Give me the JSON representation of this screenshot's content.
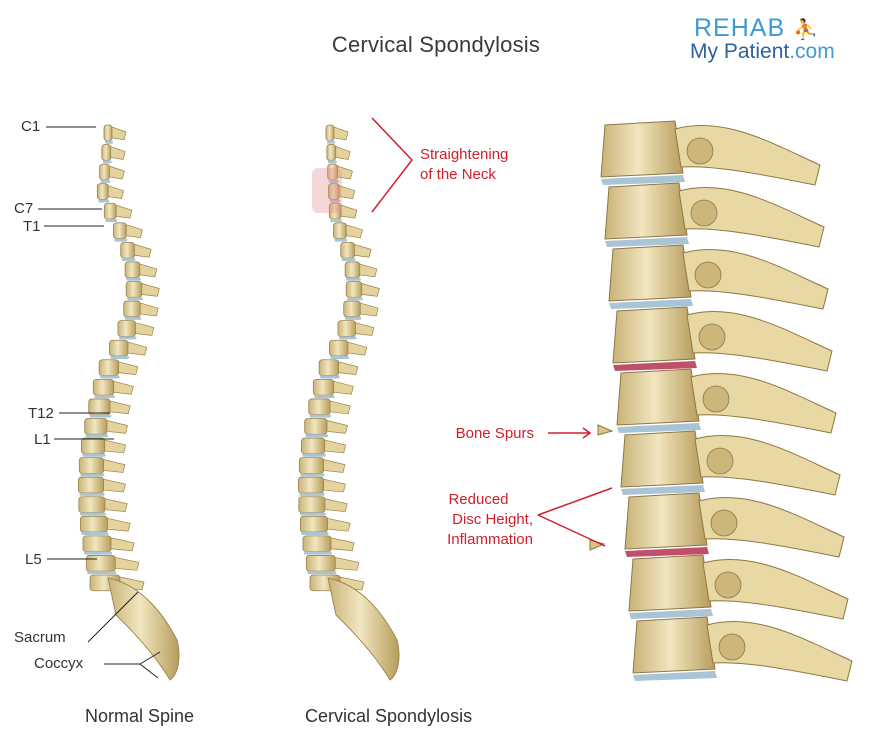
{
  "title": "Cervical Spondylosis",
  "logo": {
    "line1": "REHAB",
    "line2_main": "My Patient",
    "line2_suffix": ".com"
  },
  "normal_spine": {
    "caption": "Normal Spine",
    "labels": [
      "C1",
      "C7",
      "T1",
      "T12",
      "L1",
      "L5",
      "Sacrum",
      "Coccyx"
    ]
  },
  "spondylosis_spine": {
    "caption": "Cervical Spondylosis"
  },
  "annotations": {
    "straightening": [
      "Straightening",
      "of the Neck"
    ],
    "bone_spurs": "Bone Spurs",
    "reduced_disc": [
      "Reduced",
      "Disc Height,",
      "Inflammation"
    ]
  },
  "colors": {
    "title": "#3a3a3a",
    "annotation": "#d0202a",
    "bone": "#e8d9a6",
    "disc": "#a9c4d4",
    "logo_blue": "#3d9bd6"
  }
}
